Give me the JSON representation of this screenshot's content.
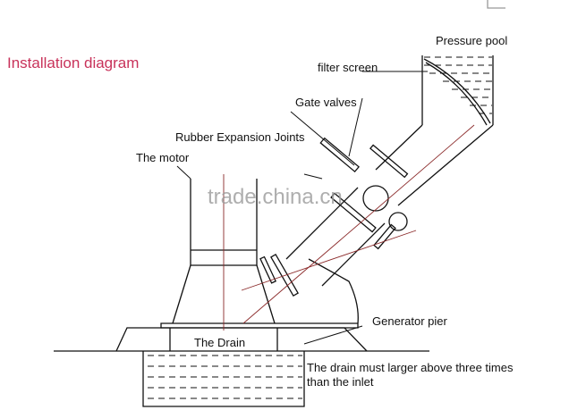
{
  "title": "Installation diagram",
  "labels": {
    "pressure_pool": "Pressure pool",
    "filter_screen": "filter screen",
    "gate_valves": "Gate valves",
    "rubber_joints": "Rubber Expansion Joints",
    "motor": "The motor",
    "generator_pier": "Generator pier",
    "drain": "The Drain",
    "drain_note_1": "The drain must larger above three times",
    "drain_note_2": "than the inlet"
  },
  "watermark": "trade.china.cn",
  "colors": {
    "title": "#c8325a",
    "axis": "#8b2a2a",
    "line": "#111111"
  }
}
